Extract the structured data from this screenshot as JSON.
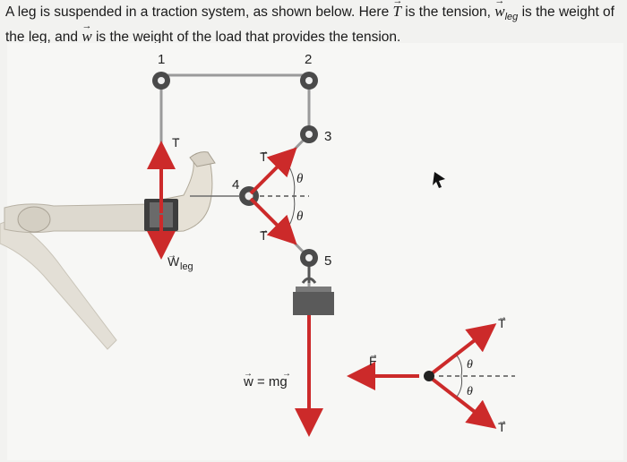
{
  "problem": {
    "text_1": "A leg is suspended in a traction system, as shown below. Here ",
    "symbol_T": "T",
    "text_2": " is the tension, ",
    "symbol_w": "w",
    "symbol_leg_sub": "leg",
    "text_3": " is the weight of the leg, and ",
    "text_4": " is the weight of the load that provides the tension."
  },
  "pulleys": {
    "p1": "1",
    "p2": "2",
    "p3": "3",
    "p4": "4",
    "p5": "5"
  },
  "labels": {
    "tension_leg": "T",
    "tension_upper": "T",
    "tension_lower": "T",
    "weight_leg": "W",
    "weight_leg_sub": "leg",
    "theta_upper": "θ",
    "theta_lower": "θ",
    "load_weight": "w = mg",
    "fbd_force": "F",
    "fbd_tension_upper": "T",
    "fbd_tension_lower": "T",
    "fbd_theta_upper": "θ",
    "fbd_theta_lower": "θ"
  },
  "colors": {
    "arrow_red": "#cc2a2a",
    "rope_gray": "#9a9a9a",
    "pulley_dark": "#4a4a4a",
    "weight_block": "#5a5a5a",
    "leg_bone": "#d9d5cc"
  }
}
